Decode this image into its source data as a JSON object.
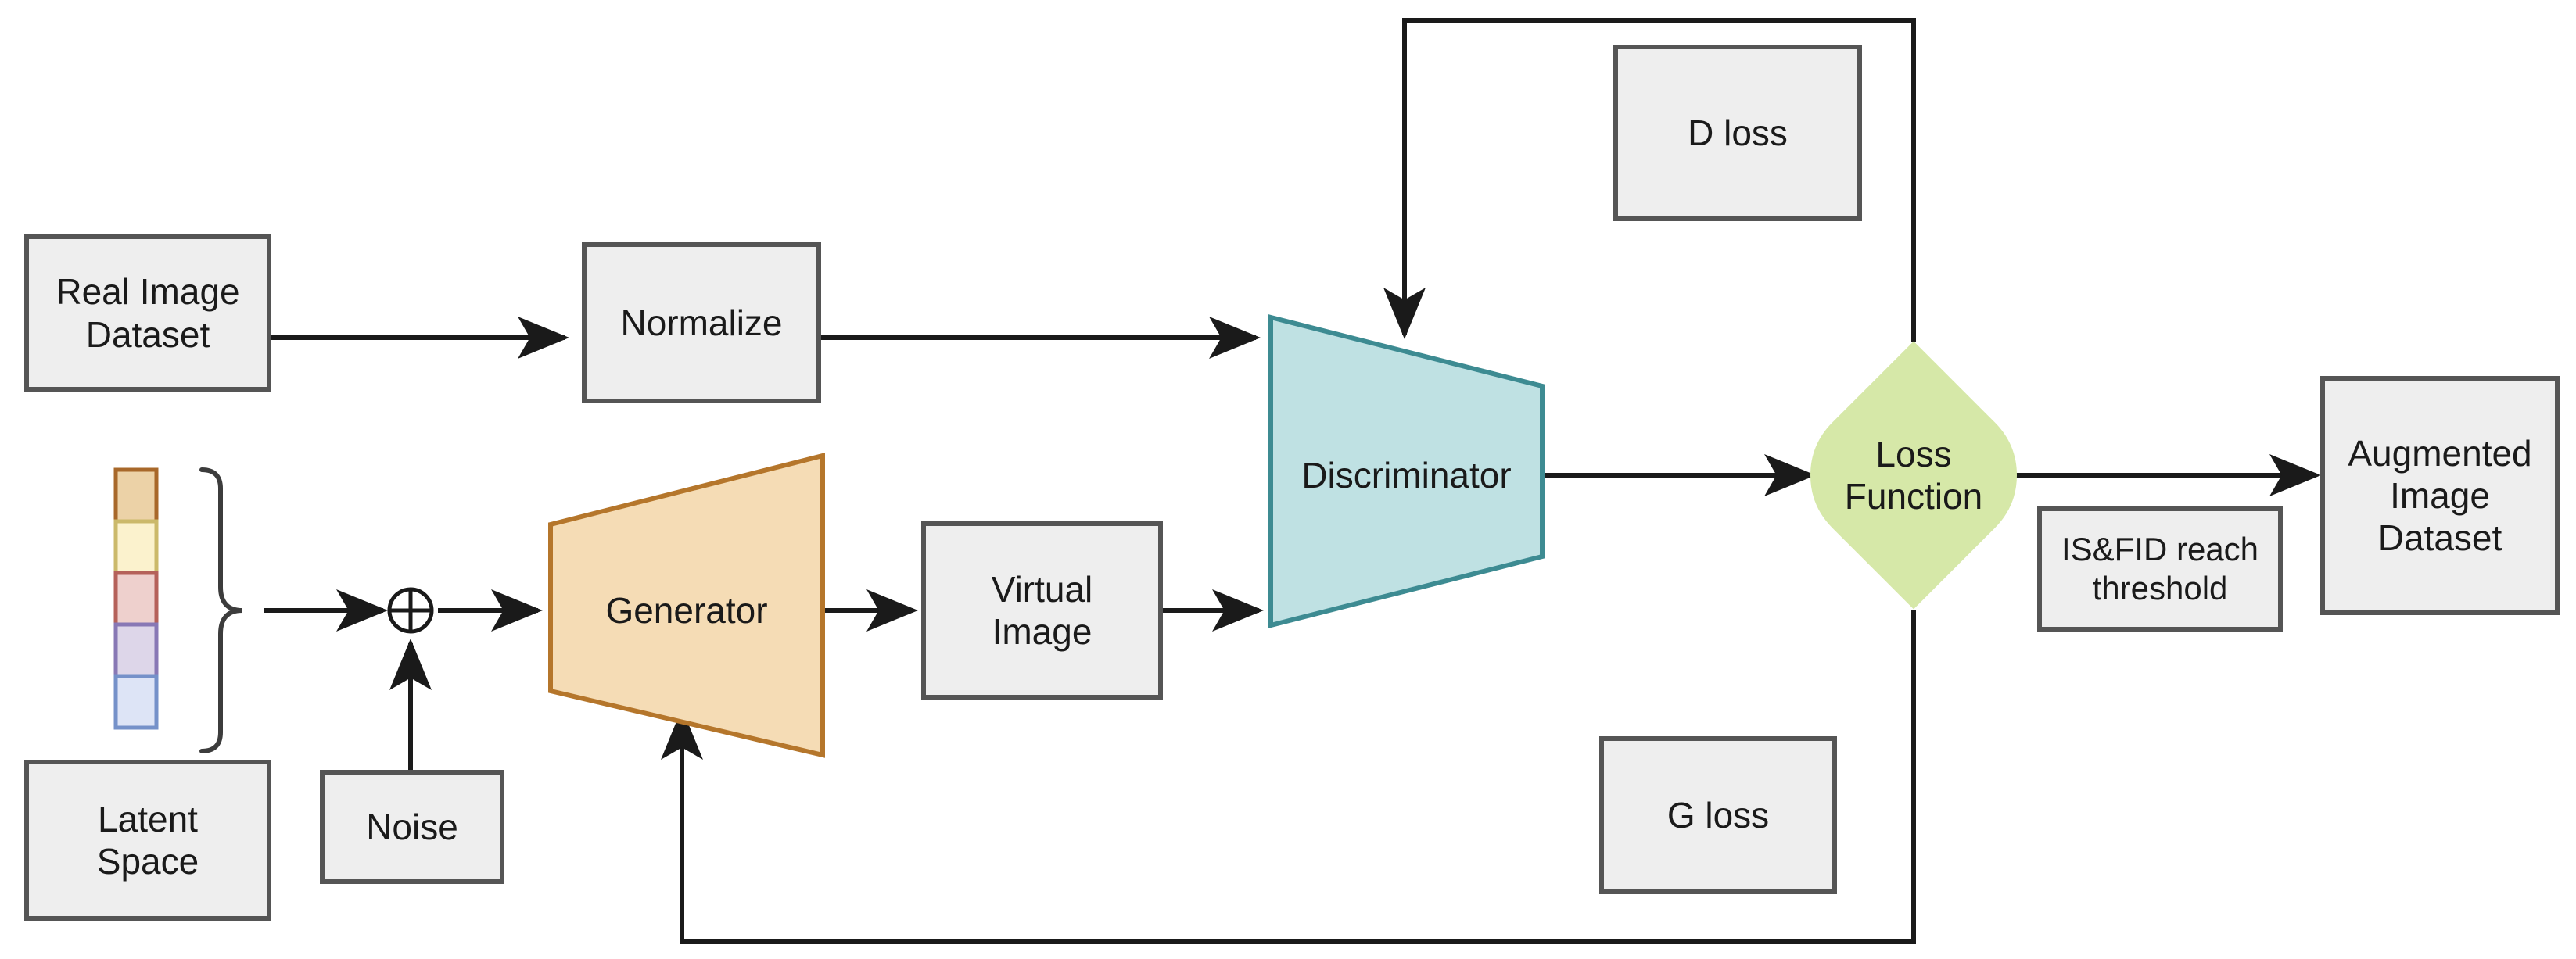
{
  "diagram": {
    "title": "GAN based image augmentation pipeline",
    "background": "#ffffff",
    "palette": {
      "box_fill": "#eeeeee",
      "box_stroke": "#555555",
      "generator_fill": "#f5dcb5",
      "generator_stroke": "#b5762b",
      "discriminator_fill": "#bfe1e3",
      "discriminator_stroke": "#3d8b92",
      "loss_fill": "#d6e8a8",
      "loss_stroke": "#d6e8a8",
      "edge_color": "#1a1a1a",
      "text_color": "#1a1a1a"
    }
  },
  "nodes": {
    "real_image_dataset": {
      "label": "Real Image\nDataset",
      "shape": "rect"
    },
    "normalize": {
      "label": "Normalize",
      "shape": "rect"
    },
    "latent_space": {
      "label": "Latent\nSpace",
      "shape": "rect"
    },
    "noise": {
      "label": "Noise",
      "shape": "rect"
    },
    "generator": {
      "label": "Generator",
      "shape": "trapezoid"
    },
    "virtual_image": {
      "label": "Virtual\nImage",
      "shape": "rect"
    },
    "discriminator": {
      "label": "Discriminator",
      "shape": "trapezoid"
    },
    "loss_function": {
      "label": "Loss\nFunction",
      "shape": "diamond"
    },
    "d_loss": {
      "label": "D loss",
      "shape": "rect"
    },
    "g_loss": {
      "label": "G loss",
      "shape": "rect"
    },
    "is_fid_threshold": {
      "label": "IS&FID reach\nthreshold",
      "shape": "rect"
    },
    "augmented_image_dataset": {
      "label": "Augmented\nImage\nDataset",
      "shape": "rect"
    },
    "sum_operator": {
      "label": "⊕",
      "shape": "circle-plus"
    }
  },
  "latent_vector": {
    "name": "latent-vector",
    "cells": [
      {
        "fill": "#ecd2a7",
        "stroke": "#a8682a"
      },
      {
        "fill": "#fbf2cd",
        "stroke": "#cbb96a"
      },
      {
        "fill": "#eed0cd",
        "stroke": "#b5615a"
      },
      {
        "fill": "#ddd6e9",
        "stroke": "#8878b5"
      },
      {
        "fill": "#dde4f6",
        "stroke": "#7591c9"
      }
    ],
    "brace": "curly-brace-right"
  },
  "edges": [
    {
      "from": "real_image_dataset",
      "to": "normalize",
      "style": "solid-arrow"
    },
    {
      "from": "normalize",
      "to": "discriminator",
      "style": "solid-arrow"
    },
    {
      "from": "latent_vector",
      "to": "sum_operator",
      "style": "solid-arrow"
    },
    {
      "from": "noise",
      "to": "sum_operator",
      "style": "solid-arrow"
    },
    {
      "from": "sum_operator",
      "to": "generator",
      "style": "solid-arrow"
    },
    {
      "from": "generator",
      "to": "virtual_image",
      "style": "solid-arrow"
    },
    {
      "from": "virtual_image",
      "to": "discriminator",
      "style": "solid-arrow"
    },
    {
      "from": "discriminator",
      "to": "loss_function",
      "style": "solid-arrow"
    },
    {
      "from": "loss_function",
      "to": "discriminator",
      "style": "solid-arrow-routed-top"
    },
    {
      "from": "loss_function",
      "to": "generator",
      "style": "solid-arrow-routed-bottom"
    },
    {
      "from": "loss_function",
      "to": "augmented_image_dataset",
      "style": "solid-arrow"
    }
  ]
}
